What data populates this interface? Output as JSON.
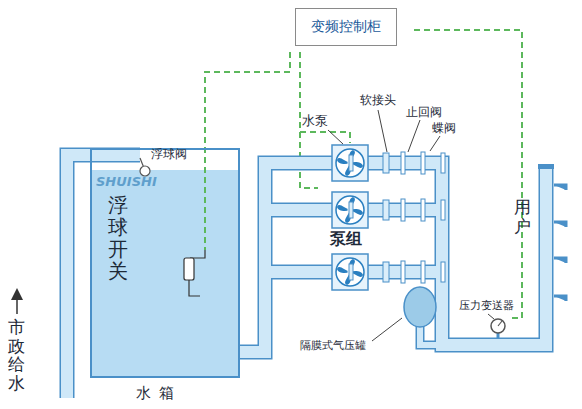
{
  "diagram": {
    "nodes": [
      {
        "text": [
          "变频控制柜"
        ]
      },
      {
        "text": [
          "浮球开关",
          "水箱"
        ]
      }
    ],
    "labels": [
      "浮球阀",
      "市政给水",
      "水泵",
      "软接头",
      "止回阀",
      "蝶阀",
      "泵组",
      "用户",
      "压力变送器",
      "隔膜式气压罐",
      "SHUISHI"
    ]
  }
}
